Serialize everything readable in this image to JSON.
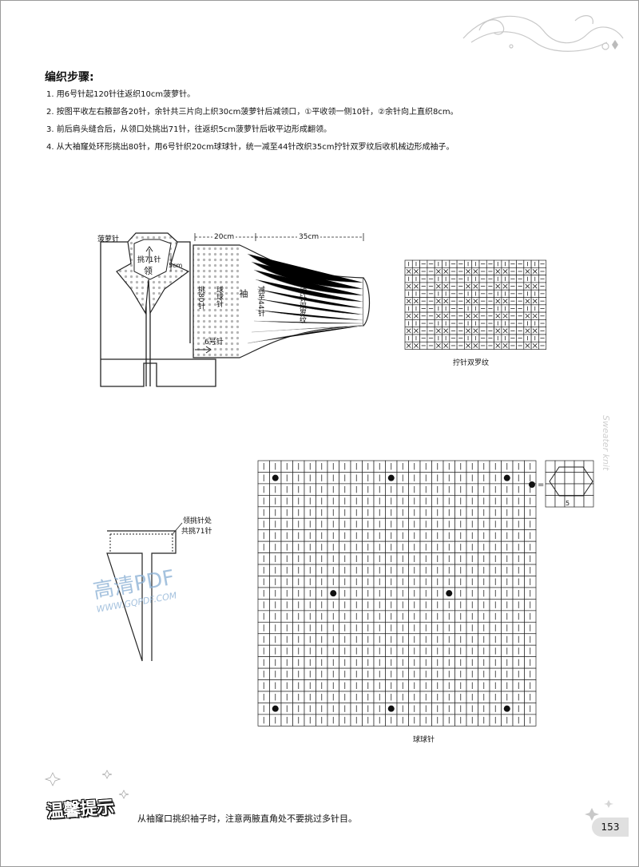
{
  "steps_title": "编织步骤:",
  "steps": [
    "1. 用6号针起120针往返织10cm菠萝针。",
    "2. 按图平收左右腋部各20针，余针共三片向上织30cm菠萝针后减领口，①平收领一侧10针，②余针向上直织8cm。",
    "3. 前后肩头缝合后，从领口处挑出71针，往返织5cm菠萝针后收平边形成翻领。",
    "4. 从大袖窿处环形挑出80针，用6号针织20cm球球针，统一减至44针改织35cm拧针双罗纹后收机械边形成袖子。"
  ],
  "body_diagram": {
    "pineapple_label": "菠萝针",
    "pick_label": "挑71针",
    "collar_label": "领",
    "collar_height": "5cm",
    "dim_20": "20cm",
    "dim_35": "35cm",
    "pick_80": "挑80针",
    "sleeve_label": "袖",
    "ball_label": "球球针",
    "reduce_label": "减至44针",
    "twist_label": "拧针双罗纹",
    "needle_label": "6号针"
  },
  "rib_chart": {
    "caption": "拧针双罗纹",
    "symbols": [
      "−",
      "|",
      "X"
    ]
  },
  "collar_diagram": {
    "label_line1": "领挑针处",
    "label_line2": "共挑71针"
  },
  "ball_chart": {
    "caption": "球球针",
    "equals": "=",
    "count": "5"
  },
  "tip": {
    "title": "温馨提示",
    "text": "从袖窿口挑织袖子时，注意两腋直角处不要挑过多针目。"
  },
  "watermark": {
    "main": "高清PDF",
    "url": "WWW.GQPDF.COM"
  },
  "side_text": "Sweater knit",
  "page_number": "153"
}
